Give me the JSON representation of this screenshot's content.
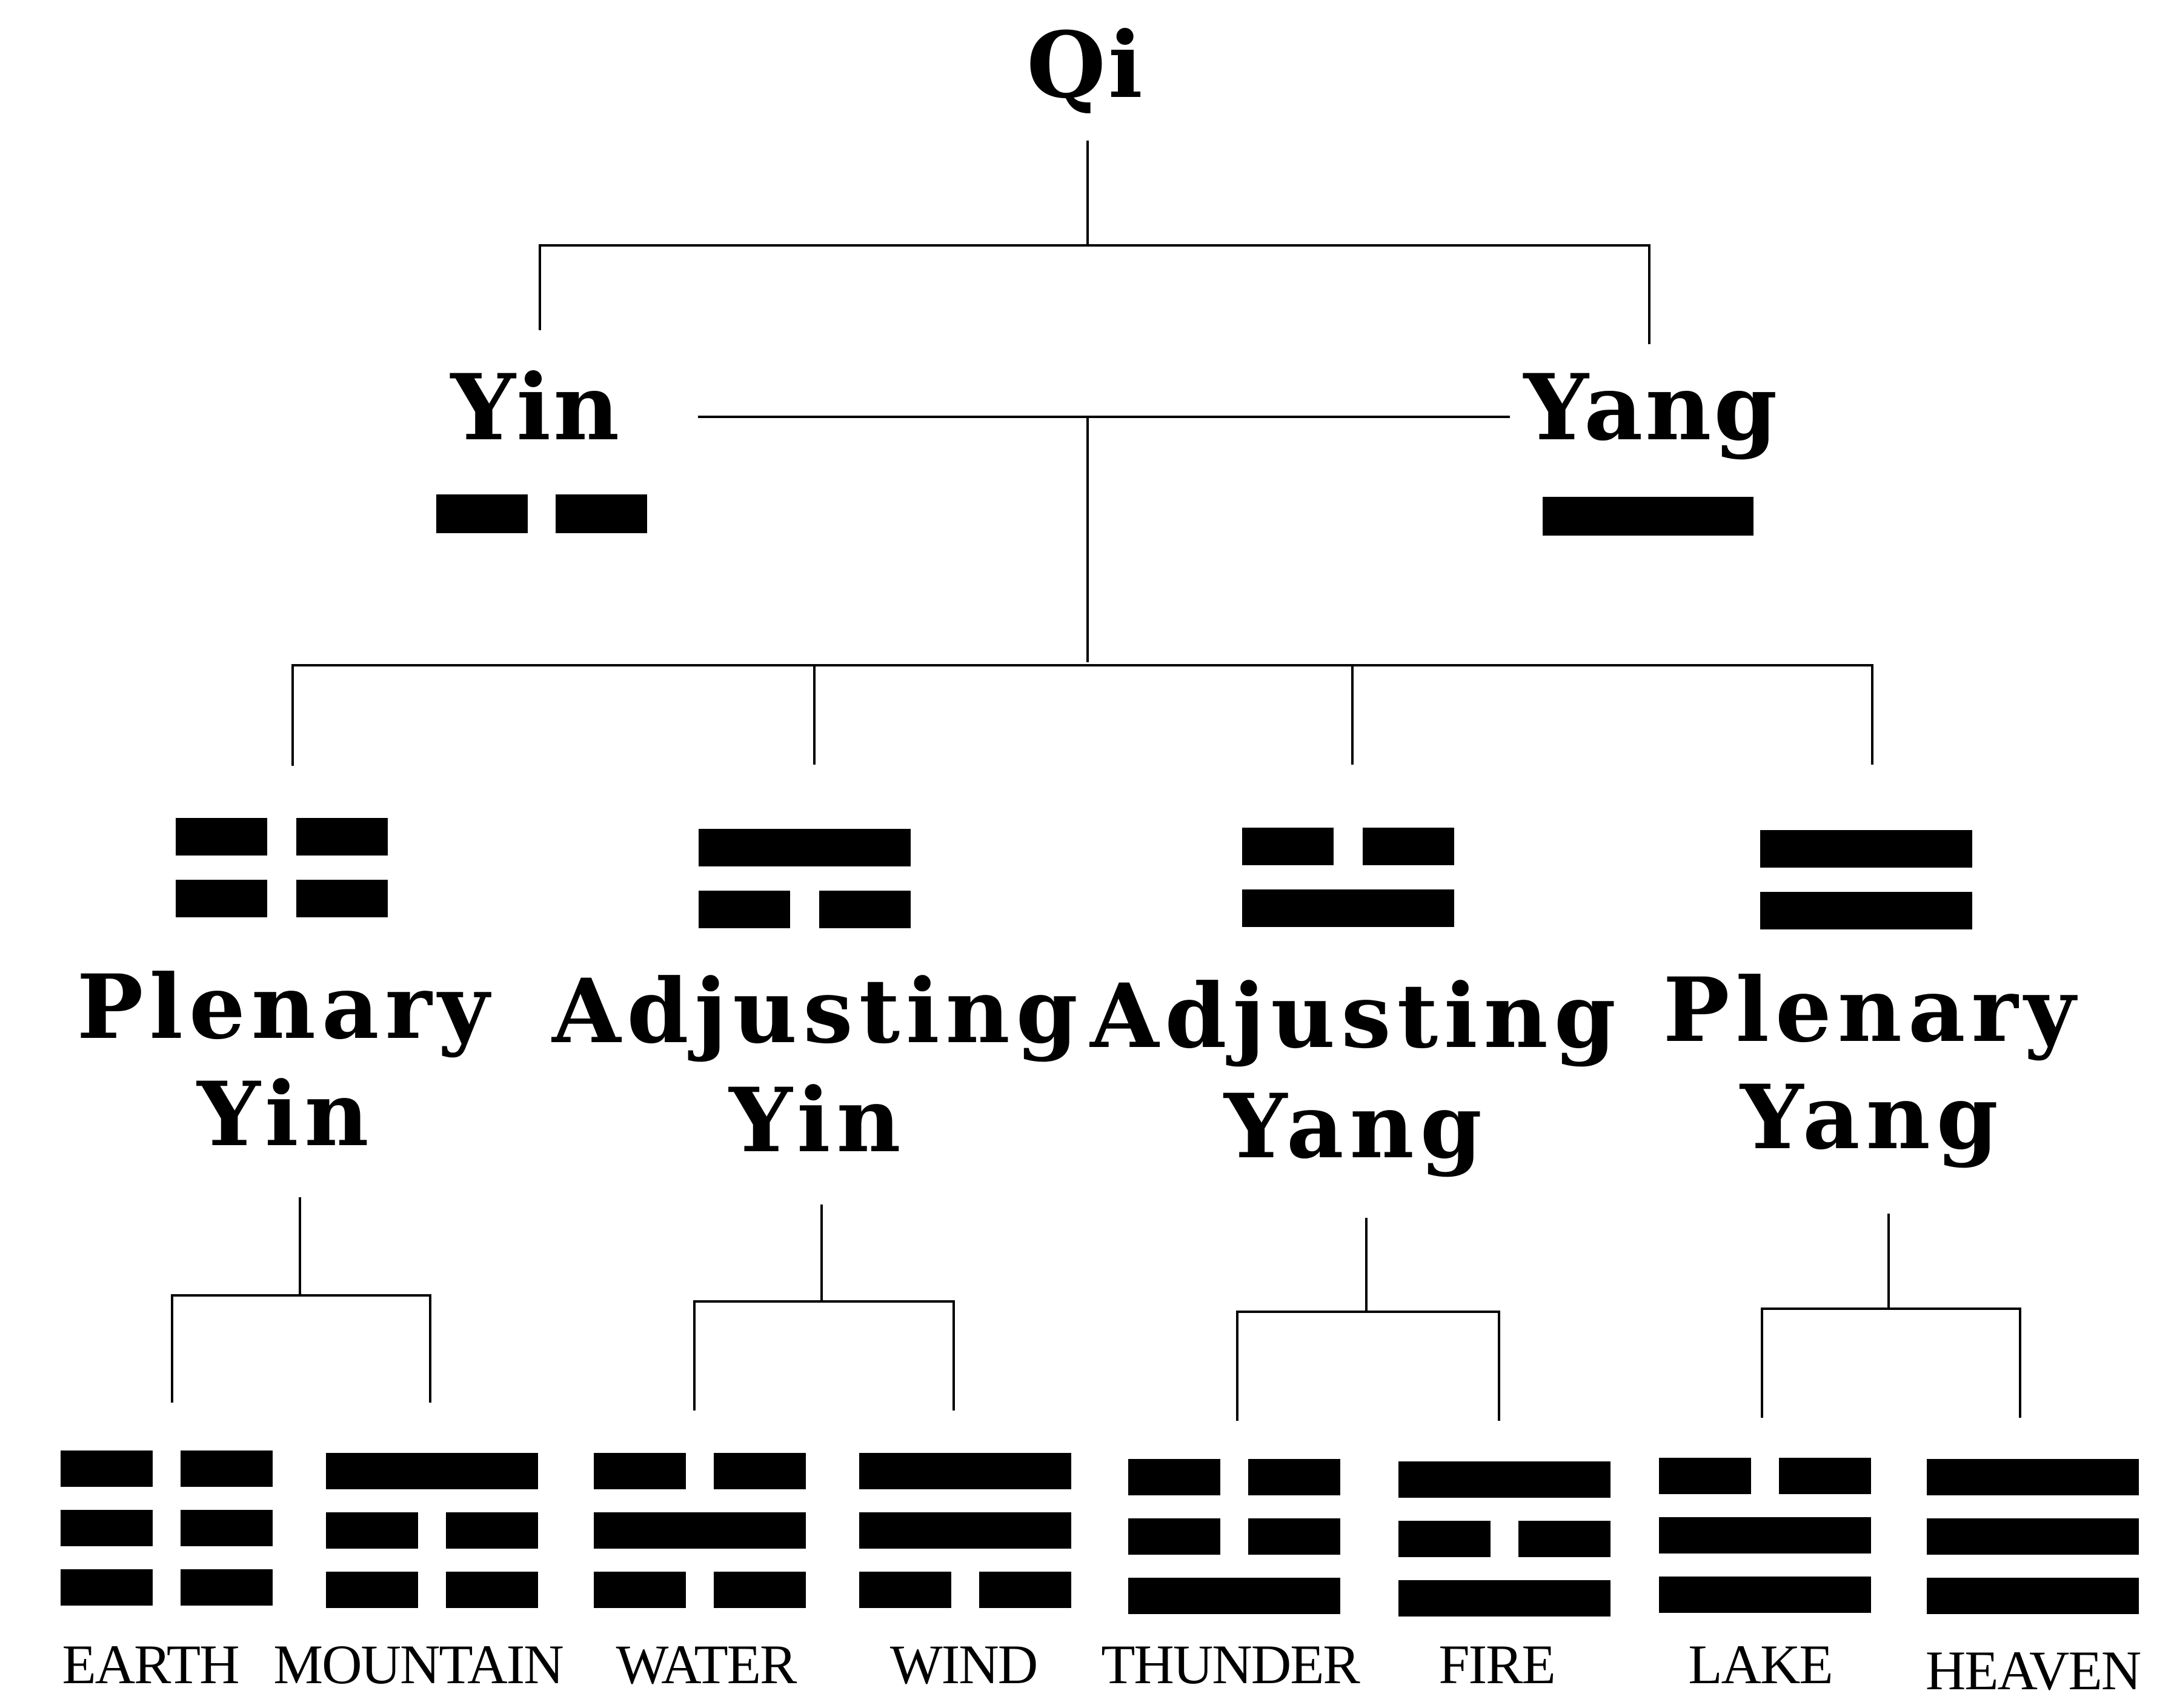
{
  "root": {
    "label": "Qi"
  },
  "level1": [
    {
      "key": "yin",
      "label": "Yin",
      "lines": [
        "broken"
      ]
    },
    {
      "key": "yang",
      "label": "Yang",
      "lines": [
        "solid"
      ]
    }
  ],
  "level2": [
    {
      "key": "plenary-yin",
      "label_line1": "Plenary",
      "label_line2": "Yin",
      "lines": [
        "broken",
        "broken"
      ]
    },
    {
      "key": "adjusting-yin",
      "label_line1": "Adjusting",
      "label_line2": "Yin",
      "lines": [
        "solid",
        "broken"
      ]
    },
    {
      "key": "adjusting-yang",
      "label_line1": "Adjusting",
      "label_line2": "Yang",
      "lines": [
        "broken",
        "solid"
      ]
    },
    {
      "key": "plenary-yang",
      "label_line1": "Plenary",
      "label_line2": "Yang",
      "lines": [
        "solid",
        "solid"
      ]
    }
  ],
  "level3": [
    {
      "key": "earth",
      "label": "EARTH",
      "lines": [
        "broken",
        "broken",
        "broken"
      ]
    },
    {
      "key": "mountain",
      "label": "MOUNTAIN",
      "lines": [
        "solid",
        "broken",
        "broken"
      ]
    },
    {
      "key": "water",
      "label": "WATER",
      "lines": [
        "broken",
        "solid",
        "broken"
      ]
    },
    {
      "key": "wind",
      "label": "WIND",
      "lines": [
        "solid",
        "solid",
        "broken"
      ]
    },
    {
      "key": "thunder",
      "label": "THUNDER",
      "lines": [
        "broken",
        "broken",
        "solid"
      ]
    },
    {
      "key": "fire",
      "label": "FIRE",
      "lines": [
        "solid",
        "broken",
        "solid"
      ]
    },
    {
      "key": "lake",
      "label": "LAKE",
      "lines": [
        "broken",
        "solid",
        "solid"
      ]
    },
    {
      "key": "heaven",
      "label": "HEAVEN",
      "lines": [
        "solid",
        "solid",
        "solid"
      ]
    }
  ]
}
